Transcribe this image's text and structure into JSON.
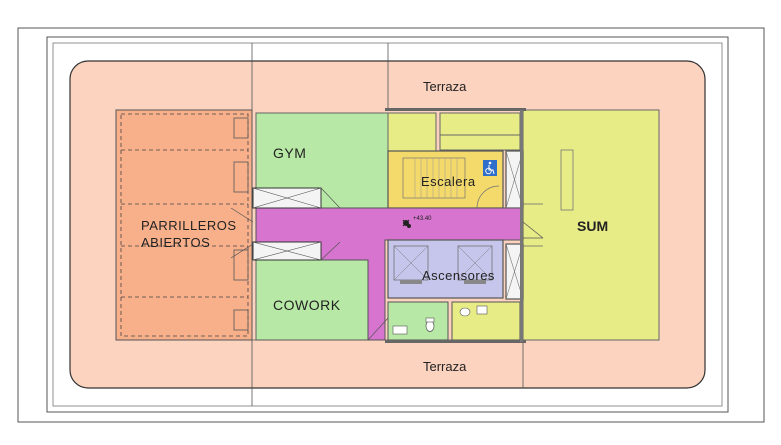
{
  "plan": {
    "labels": {
      "terraza_top": "Terraza",
      "terraza_bottom": "Terraza",
      "gym": "GYM",
      "cowork": "COWORK",
      "sum": "SUM",
      "escalera": "Escalera",
      "ascensores": "Ascensores",
      "parrilleros_line1": "PARRILLEROS",
      "parrilleros_line2": "ABIERTOS",
      "level": "+43.40"
    },
    "icons": [
      "wheelchair-icon",
      "level-marker-icon",
      "toilet-icon"
    ],
    "colors": {
      "terrace": "#fbd3bf",
      "parrilleros": "#f8b08b",
      "gym_cowork": "#b7e8a5",
      "sum": "#e8ec86",
      "corridor": "#d674cf",
      "stair": "#f4d96b",
      "elevator": "#c6c6ec",
      "wall": "#666666"
    }
  }
}
